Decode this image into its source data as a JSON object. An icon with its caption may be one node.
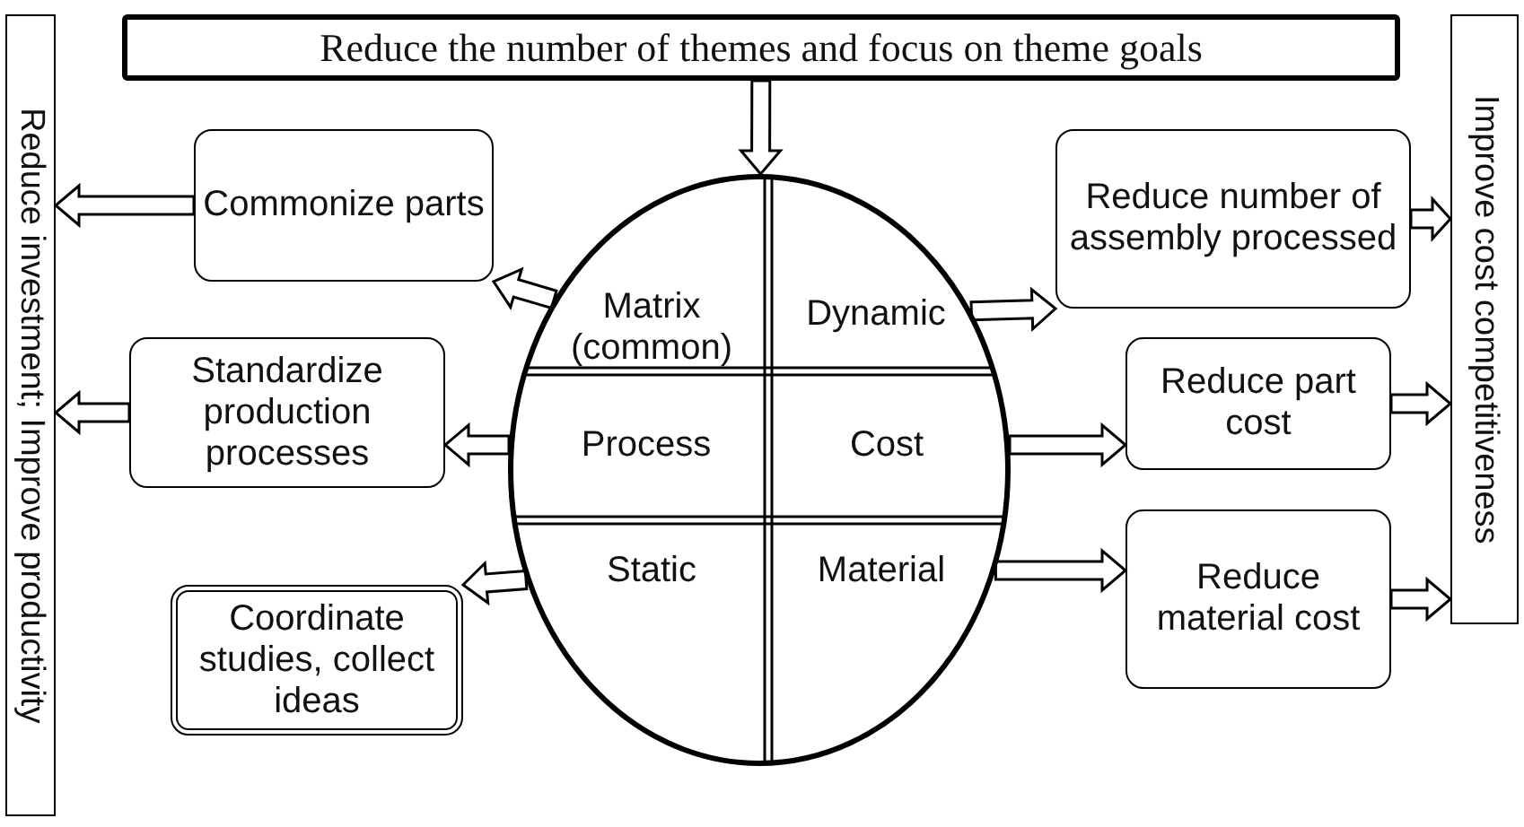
{
  "diagram": {
    "nodes": [
      {
        "text": [
          "Reduce the number of themes and focus on theme goals"
        ]
      },
      {
        "text": [
          "Reduce investment; Improve productivity"
        ]
      },
      {
        "text": [
          "Improve cost competitiveness"
        ]
      },
      {
        "text": [],
        "shape": "circle"
      },
      {
        "text": [
          "Matrix (common)"
        ],
        "in": 3
      },
      {
        "text": [
          "Dynamic"
        ],
        "in": 3
      },
      {
        "text": [
          "Process"
        ],
        "in": 3
      },
      {
        "text": [
          "Cost"
        ],
        "in": 3
      },
      {
        "text": [
          "Static"
        ],
        "in": 3
      },
      {
        "text": [
          "Material"
        ],
        "in": 3
      },
      {
        "text": [
          "Commonize parts"
        ]
      },
      {
        "text": [
          "Standardize production processes"
        ]
      },
      {
        "text": [
          "Coordinate studies, collect ideas"
        ]
      },
      {
        "text": [
          "Reduce number of assembly processed"
        ]
      },
      {
        "text": [
          "Reduce part cost"
        ]
      },
      {
        "text": [
          "Reduce material cost"
        ]
      }
    ],
    "edges": [
      {
        "from": 0,
        "to": 3,
        "arrow": "to"
      },
      {
        "from": 4,
        "to": 10,
        "arrow": "to"
      },
      {
        "from": 10,
        "to": 1,
        "arrow": "to"
      },
      {
        "from": 6,
        "to": 11,
        "arrow": "to"
      },
      {
        "from": 11,
        "to": 1,
        "arrow": "to"
      },
      {
        "from": 8,
        "to": 12,
        "arrow": "to"
      },
      {
        "from": 5,
        "to": 13,
        "arrow": "to"
      },
      {
        "from": 13,
        "to": 2,
        "arrow": "to"
      },
      {
        "from": 7,
        "to": 14,
        "arrow": "to"
      },
      {
        "from": 14,
        "to": 2,
        "arrow": "to"
      },
      {
        "from": 9,
        "to": 15,
        "arrow": "to"
      },
      {
        "from": 15,
        "to": 2,
        "arrow": "to"
      }
    ]
  }
}
